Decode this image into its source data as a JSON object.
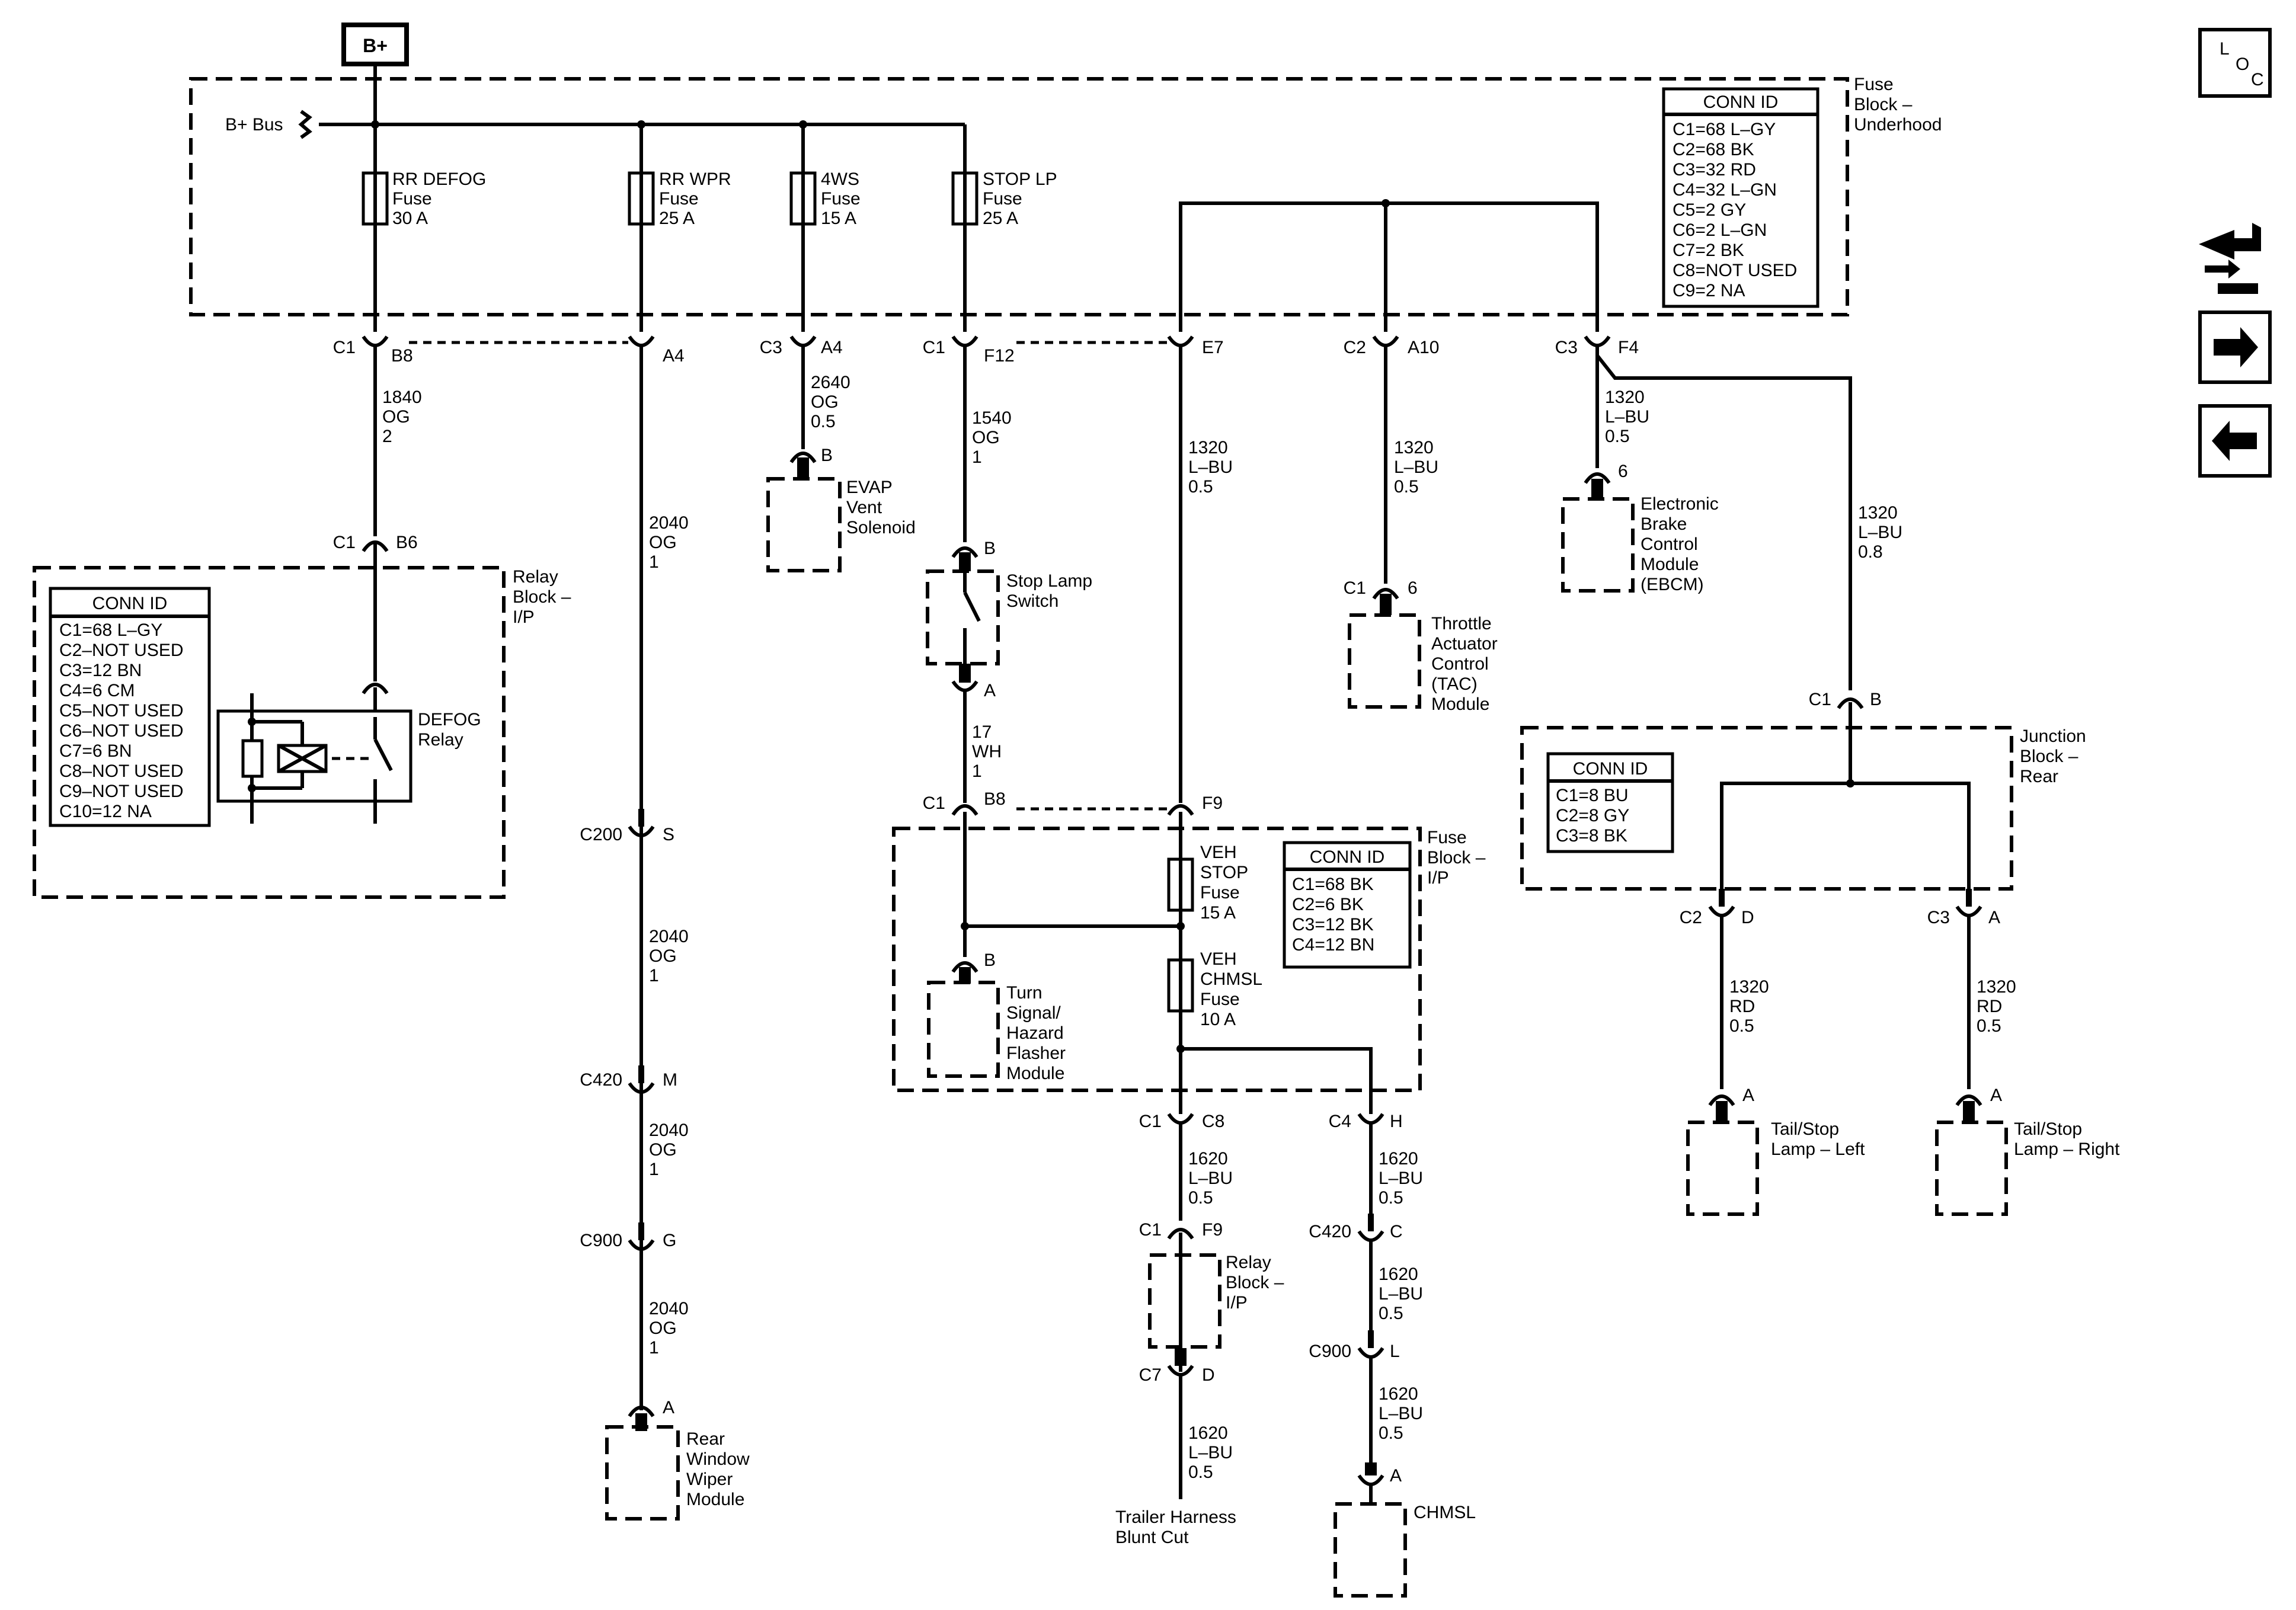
{
  "bplus": "B+",
  "bplus_bus": "B+ Bus",
  "fuse_block_underhood": {
    "label": [
      "Fuse",
      "Block –",
      "Underhood"
    ],
    "conn": {
      "title": "CONN ID",
      "rows": [
        "C1=68 L–GY",
        "C2=68 BK",
        "C3=32 RD",
        "C4=32 L–GN",
        "C5=2 GY",
        "C6=2 L–GN",
        "C7=2 BK",
        "C8=NOT USED",
        "C9=2 NA"
      ]
    },
    "fuses": [
      {
        "name": "RR DEFOG",
        "type": "Fuse",
        "rating": "30 A"
      },
      {
        "name": "RR WPR",
        "type": "Fuse",
        "rating": "25 A"
      },
      {
        "name": "4WS",
        "type": "Fuse",
        "rating": "15 A"
      },
      {
        "name": "STOP LP",
        "type": "Fuse",
        "rating": "25 A"
      }
    ]
  },
  "relay_block_ip": {
    "label": [
      "Relay",
      "Block –",
      "I/P"
    ],
    "conn": {
      "title": "CONN ID",
      "rows": [
        "C1=68 L–GY",
        "C2–NOT USED",
        "C3=12 BN",
        "C4=6 CM",
        "C5–NOT USED",
        "C6–NOT USED",
        "C7=6 BN",
        "C8–NOT USED",
        "C9–NOT USED",
        "C10=12 NA"
      ]
    },
    "relay": [
      "DEFOG",
      "Relay"
    ]
  },
  "fuse_block_ip": {
    "label": [
      "Fuse",
      "Block –",
      "I/P"
    ],
    "conn": {
      "title": "CONN ID",
      "rows": [
        "C1=68 BK",
        "C2=6 BK",
        "C3=12 BK",
        "C4=12 BN"
      ]
    },
    "fuses": [
      {
        "lines": [
          "VEH",
          "STOP",
          "Fuse",
          "15 A"
        ]
      },
      {
        "lines": [
          "VEH",
          "CHMSL",
          "Fuse",
          "10 A"
        ]
      }
    ]
  },
  "junction_block_rear": {
    "label": [
      "Junction",
      "Block –",
      "Rear"
    ],
    "conn": {
      "title": "CONN ID",
      "rows": [
        "C1=8 BU",
        "C2=8 GY",
        "C3=8 BK"
      ]
    }
  },
  "relay_block_ip_2": [
    "Relay",
    "Block –",
    "I/P"
  ],
  "connectors": {
    "c1_b8": [
      "C1",
      "B8"
    ],
    "a4": "A4",
    "c3_a4": [
      "C3",
      "A4"
    ],
    "c1_f12": [
      "C1",
      "F12"
    ],
    "e7": "E7",
    "c2_a10": [
      "C2",
      "A10"
    ],
    "c3_f4": [
      "C3",
      "F4"
    ],
    "c1_b6": [
      "C1",
      "B6"
    ],
    "b_evap": "B",
    "b_stop1": "B",
    "a_stop": "A",
    "c1_b8_lower": [
      "C1",
      "B8"
    ],
    "f9": "F9",
    "b_turn": "B",
    "c1_6": [
      "C1",
      "6"
    ],
    "pin6_ebcm": "6",
    "c1_b_junc": [
      "C1",
      "B"
    ],
    "c2_d": [
      "C2",
      "D"
    ],
    "c3_a": [
      "C3",
      "A"
    ],
    "c200_s": [
      "C200",
      "S"
    ],
    "c420_m": [
      "C420",
      "M"
    ],
    "c900_g": [
      "C900",
      "G"
    ],
    "a_wiper": "A",
    "c1_c8": [
      "C1",
      "C8"
    ],
    "c4_h": [
      "C4",
      "H"
    ],
    "c1_f9": [
      "C1",
      "F9"
    ],
    "c420_c": [
      "C420",
      "C"
    ],
    "c7_d": [
      "C7",
      "D"
    ],
    "c900_l": [
      "C900",
      "L"
    ],
    "a_chmsl": "A",
    "a_tail_l": "A",
    "a_tail_r": "A"
  },
  "wires": {
    "w_defog": [
      "1840",
      "OG",
      "2"
    ],
    "w_wiper1": [
      "2040",
      "OG",
      "1"
    ],
    "w_wiper2": [
      "2040",
      "OG",
      "1"
    ],
    "w_wiper3": [
      "2040",
      "OG",
      "1"
    ],
    "w_wiper4": [
      "2040",
      "OG",
      "1"
    ],
    "w_evap": [
      "2640",
      "OG",
      "0.5"
    ],
    "w_stoplp": [
      "1540",
      "OG",
      "1"
    ],
    "w_stopsw": [
      "17",
      "WH",
      "1"
    ],
    "w_e7": [
      "1320",
      "L–BU",
      "0.5"
    ],
    "w_tac": [
      "1320",
      "L–BU",
      "0.5"
    ],
    "w_ebcm": [
      "1320",
      "L–BU",
      "0.5"
    ],
    "w_junc": [
      "1320",
      "L–BU",
      "0.8"
    ],
    "w_tail_l": [
      "1320",
      "RD",
      "0.5"
    ],
    "w_tail_r": [
      "1320",
      "RD",
      "0.5"
    ],
    "w_c8_1": [
      "1620",
      "L–BU",
      "0.5"
    ],
    "w_c8_2": [
      "1620",
      "L–BU",
      "0.5"
    ],
    "w_h_1": [
      "1620",
      "L–BU",
      "0.5"
    ],
    "w_h_2": [
      "1620",
      "L–BU",
      "0.5"
    ],
    "w_h_3": [
      "1620",
      "L–BU",
      "0.5"
    ]
  },
  "components": {
    "evap": [
      "EVAP",
      "Vent",
      "Solenoid"
    ],
    "stop_switch": [
      "Stop Lamp",
      "Switch"
    ],
    "turn_signal": [
      "Turn",
      "Signal/",
      "Hazard",
      "Flasher",
      "Module"
    ],
    "tac": [
      "Throttle",
      "Actuator",
      "Control",
      "(TAC)",
      "Module"
    ],
    "ebcm": [
      "Electronic",
      "Brake",
      "Control",
      "Module",
      "(EBCM)"
    ],
    "tail_left": [
      "Tail/Stop",
      "Lamp – Left"
    ],
    "tail_right": [
      "Tail/Stop",
      "Lamp – Right"
    ],
    "rear_wiper": [
      "Rear",
      "Window",
      "Wiper",
      "Module"
    ],
    "trailer": [
      "Trailer Harness",
      "Blunt Cut"
    ],
    "chmsl": "CHMSL"
  },
  "nav": {
    "loc": [
      "L",
      "O",
      "C"
    ],
    "icons": [
      "connector-tool-icon",
      "arrow-right-icon",
      "arrow-left-icon"
    ]
  }
}
